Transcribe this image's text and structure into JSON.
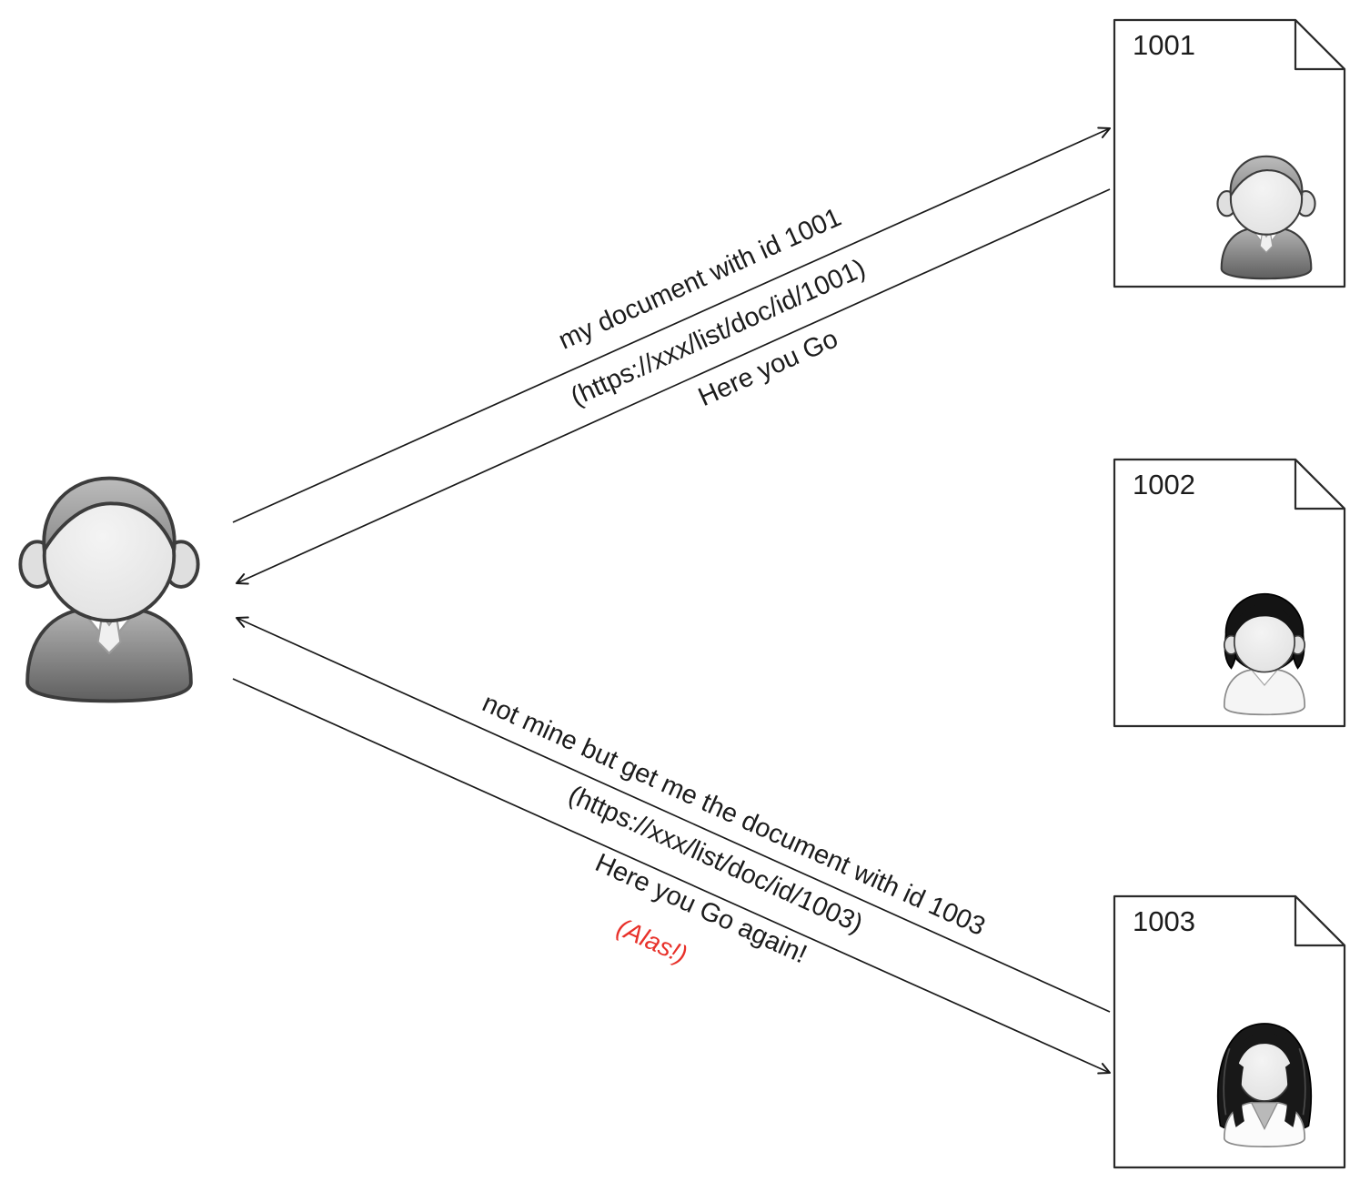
{
  "actor": {
    "icon": "man-gray-hair-avatar",
    "role": "requesting-user"
  },
  "documents": [
    {
      "id": "1001",
      "owner_icon": "man-gray-hair-avatar"
    },
    {
      "id": "1002",
      "owner_icon": "woman-bob-hair-avatar"
    },
    {
      "id": "1003",
      "owner_icon": "woman-long-hair-avatar"
    }
  ],
  "messages": {
    "request_1001_line1": "my document with id 1001",
    "request_1001_line2": "(https://xxx/list/doc/id/1001)",
    "response_1001": "Here you Go",
    "request_1003_line1": "not mine but get me the document with id 1003",
    "request_1003_line2": "(https://xxx/list/doc/id/1003)",
    "response_1003": "Here you Go again!",
    "response_1003_note": "(Alas!)"
  },
  "colors": {
    "note_text": "#e8312a",
    "line": "#1a1a1a",
    "document_fill": "#ffffff"
  }
}
